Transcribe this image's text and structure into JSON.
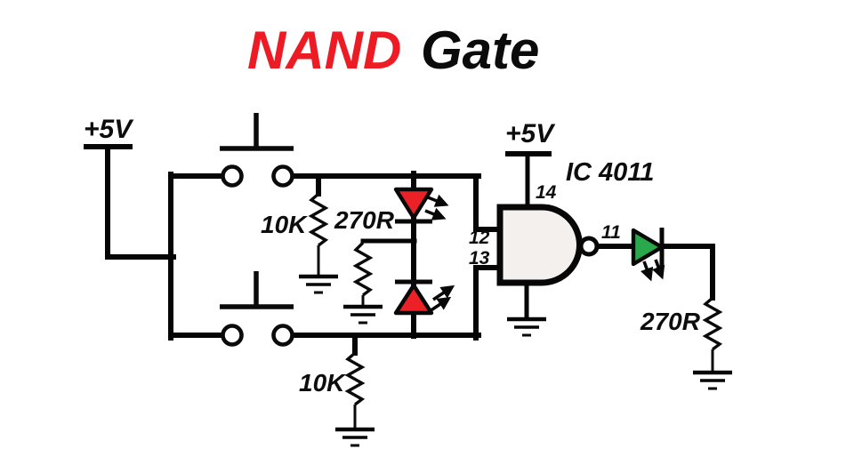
{
  "title": {
    "accent_word": "NAND",
    "plain_word": "Gate"
  },
  "colors": {
    "title_accent": "#ed1c24",
    "title_plain": "#0b0b0b",
    "led_red": "#ec2127",
    "led_green": "#2aa84c",
    "gate_fill": "#f4f0ed",
    "wire": "#050505"
  },
  "labels": {
    "supply_left": "+5V",
    "supply_ic": "+5V",
    "ic_name": "IC 4011",
    "pulldown_top": "10K",
    "pulldown_bottom": "10K",
    "series_red_leds": "270R",
    "series_green_led": "270R"
  },
  "pins": {
    "vdd": "14",
    "input_a": "12",
    "input_b": "13",
    "output": "11"
  }
}
